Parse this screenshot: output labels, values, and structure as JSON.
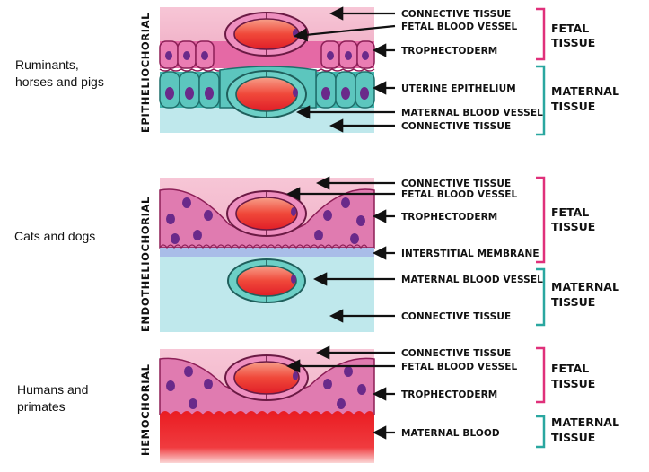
{
  "panels": [
    {
      "vertical_label": "EPITHELIOCHORIAL",
      "species": [
        "Ruminants,",
        "horses and pigs"
      ],
      "labels": [
        "CONNECTIVE TISSUE",
        "FETAL BLOOD VESSEL",
        "TROPHECTODERM",
        "UTERINE EPITHELIUM",
        "MATERNAL BLOOD VESSEL",
        "CONNECTIVE TISSUE"
      ],
      "fetal_tissue": [
        "FETAL",
        "TISSUE"
      ],
      "maternal_tissue": [
        "MATERNAL",
        "TISSUE"
      ]
    },
    {
      "vertical_label": "ENDOTHELIOCHORIAL",
      "species": [
        "Cats and dogs"
      ],
      "labels": [
        "CONNECTIVE TISSUE",
        "FETAL BLOOD VESSEL",
        "TROPHECTODERM",
        "INTERSTITIAL MEMBRANE",
        "MATERNAL BLOOD VESSEL",
        "CONNECTIVE TISSUE"
      ],
      "fetal_tissue": [
        "FETAL",
        "TISSUE"
      ],
      "maternal_tissue": [
        "MATERNAL",
        "TISSUE"
      ]
    },
    {
      "vertical_label": "HEMOCHORIAL",
      "species": [
        "Humans and",
        "primates"
      ],
      "labels": [
        "CONNECTIVE TISSUE",
        "FETAL BLOOD VESSEL",
        "TROPHECTODERM",
        "MATERNAL BLOOD"
      ],
      "fetal_tissue": [
        "FETAL",
        "TISSUE"
      ],
      "maternal_tissue": [
        "MATERNAL",
        "TISSUE"
      ]
    }
  ],
  "colors": {
    "fetal_bracket": "#e0307a",
    "maternal_bracket": "#2aa7a0",
    "fetal_tissue_pink": "#f2b8cc",
    "trophectoderm_magenta": "#e0579a",
    "maternal_connective_blue": "#b9e6ea",
    "uterine_epithelium_teal": "#3fb8b0",
    "maternal_blood_red": "#e8202a",
    "nucleus_purple": "#6a2a8a"
  }
}
